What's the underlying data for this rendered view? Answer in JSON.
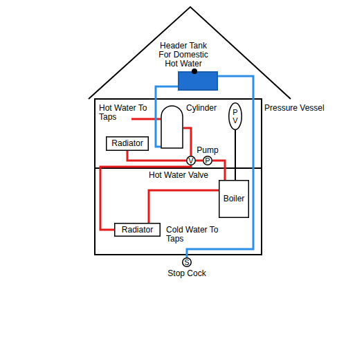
{
  "diagram": {
    "nodes": [
      {
        "text": [
          "Header Tank For Domestic Hot Water"
        ]
      },
      {
        "text": [
          "Cylinder"
        ]
      },
      {
        "text": [
          "Radiator"
        ]
      },
      {
        "text": [
          "Pump",
          "P"
        ]
      },
      {
        "text": [
          "V"
        ]
      },
      {
        "text": [
          "P V"
        ]
      },
      {
        "text": [
          "Boiler"
        ]
      },
      {
        "text": [
          "Radiator"
        ]
      },
      {
        "text": [
          "S",
          "Stop Cock"
        ]
      }
    ],
    "edges": [
      {
        "from": 0,
        "to": 1,
        "arrow": "none"
      },
      {
        "from": 0,
        "to": 8,
        "arrow": "none"
      },
      {
        "from": 5,
        "to": 6,
        "arrow": "none"
      },
      {
        "from": 6,
        "to": 3,
        "arrow": "none"
      },
      {
        "from": 3,
        "to": 4,
        "arrow": "none"
      },
      {
        "from": 4,
        "to": 1,
        "arrow": "none"
      },
      {
        "from": 4,
        "to": 2,
        "arrow": "none"
      },
      {
        "from": 4,
        "to": 7,
        "arrow": "none"
      },
      {
        "from": 7,
        "to": 6,
        "arrow": "none"
      }
    ],
    "labels": [
      "Hot Water To Taps",
      "Pressure Vessel",
      "Hot Water Valve",
      "Cold Water To Taps"
    ]
  }
}
